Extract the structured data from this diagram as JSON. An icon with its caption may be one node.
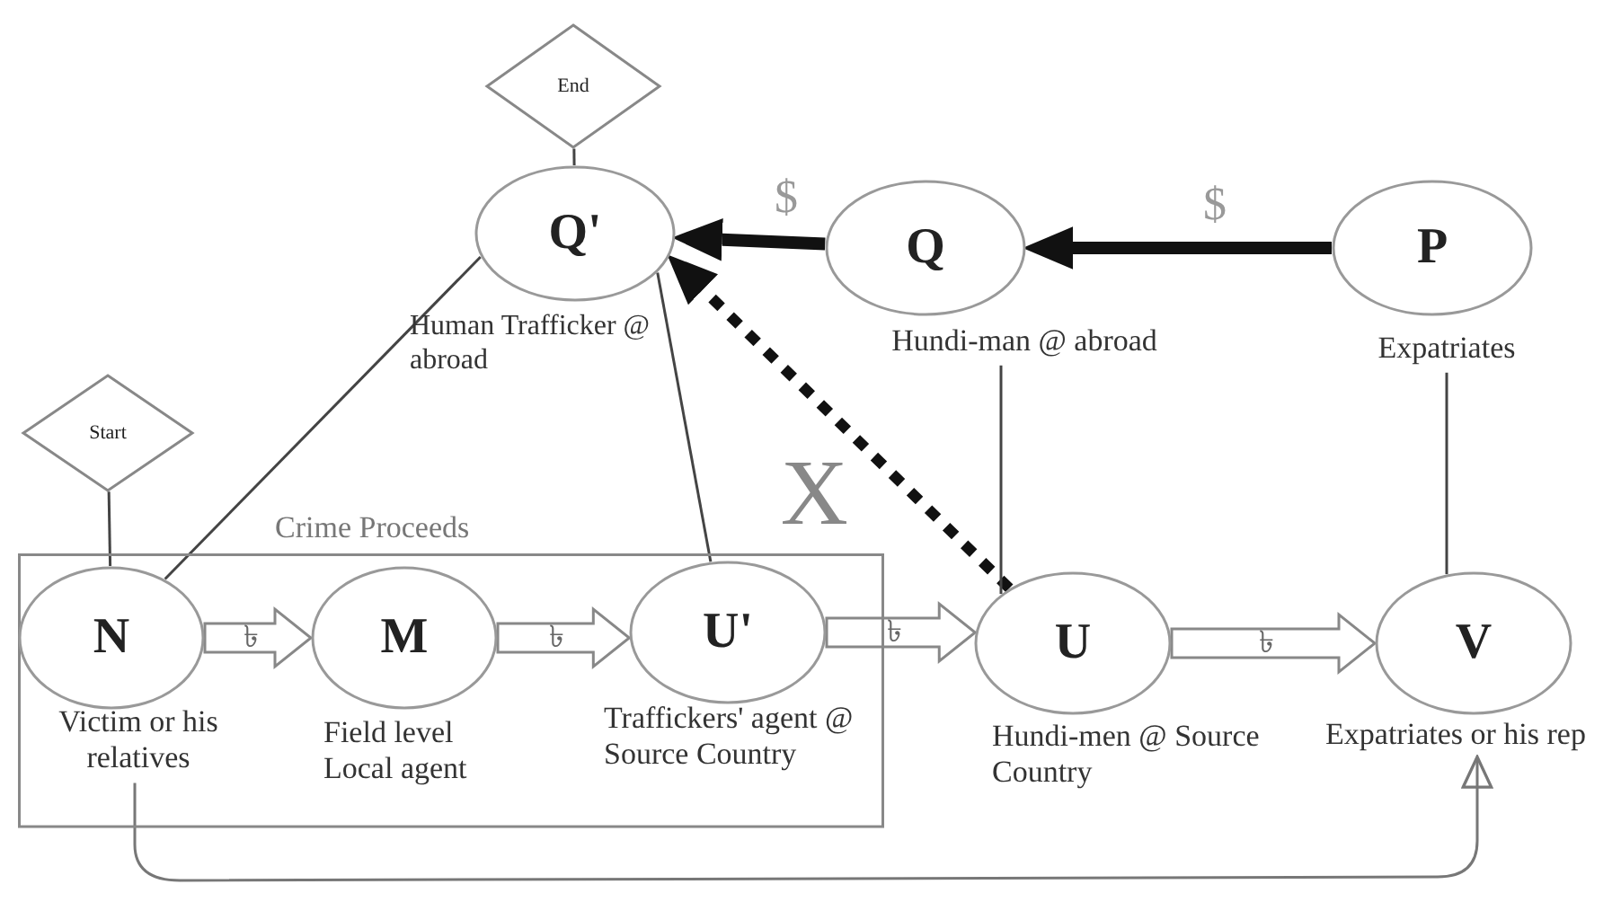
{
  "diagram": {
    "nodes": [
      {
        "text": [
          "End"
        ]
      },
      {
        "text": [
          "Q'"
        ],
        "beside": [
          "Human Trafficker @ abroad"
        ]
      },
      {
        "text": [
          "Q"
        ],
        "beside": [
          "Hundi-man @ abroad"
        ]
      },
      {
        "text": [
          "P"
        ],
        "beside": [
          "Expatriates"
        ]
      },
      {
        "text": [
          "Start"
        ]
      },
      {
        "text": [
          "Crime Proceeds"
        ]
      },
      {
        "text": [
          "N"
        ],
        "beside": [
          "Victim or his relatives"
        ],
        "in": 5
      },
      {
        "text": [
          "M"
        ],
        "beside": [
          "Field level Local agent"
        ],
        "in": 5
      },
      {
        "text": [
          "U'"
        ],
        "beside": [
          "Traffickers' agent @ Source Country"
        ],
        "in": 5
      },
      {
        "text": [
          "U"
        ],
        "beside": [
          "Hundi-men @ Source Country"
        ]
      },
      {
        "text": [
          "V"
        ],
        "beside": [
          "Expatriates or his rep"
        ]
      }
    ],
    "edges": [
      {
        "from": 0,
        "to": 1,
        "arrow": "none"
      },
      {
        "from": 3,
        "to": 2,
        "arrow": "to",
        "label": "$",
        "style": "thick"
      },
      {
        "from": 2,
        "to": 1,
        "arrow": "to",
        "label": "$",
        "style": "thick"
      },
      {
        "from": 4,
        "to": 6,
        "arrow": "none"
      },
      {
        "from": 6,
        "to": 1,
        "arrow": "none"
      },
      {
        "from": 8,
        "to": 1,
        "arrow": "none"
      },
      {
        "from": 9,
        "to": 1,
        "arrow": "to",
        "label": "X",
        "style": "dashed"
      },
      {
        "from": 2,
        "to": 9,
        "arrow": "none"
      },
      {
        "from": 3,
        "to": 10,
        "arrow": "none"
      },
      {
        "from": 6,
        "to": 7,
        "arrow": "to",
        "label": "৳"
      },
      {
        "from": 7,
        "to": 8,
        "arrow": "to",
        "label": "৳"
      },
      {
        "from": 8,
        "to": 9,
        "arrow": "to",
        "label": "৳"
      },
      {
        "from": 9,
        "to": 10,
        "arrow": "to",
        "label": "৳"
      },
      {
        "from": 6,
        "to": 10,
        "arrow": "to"
      }
    ]
  }
}
